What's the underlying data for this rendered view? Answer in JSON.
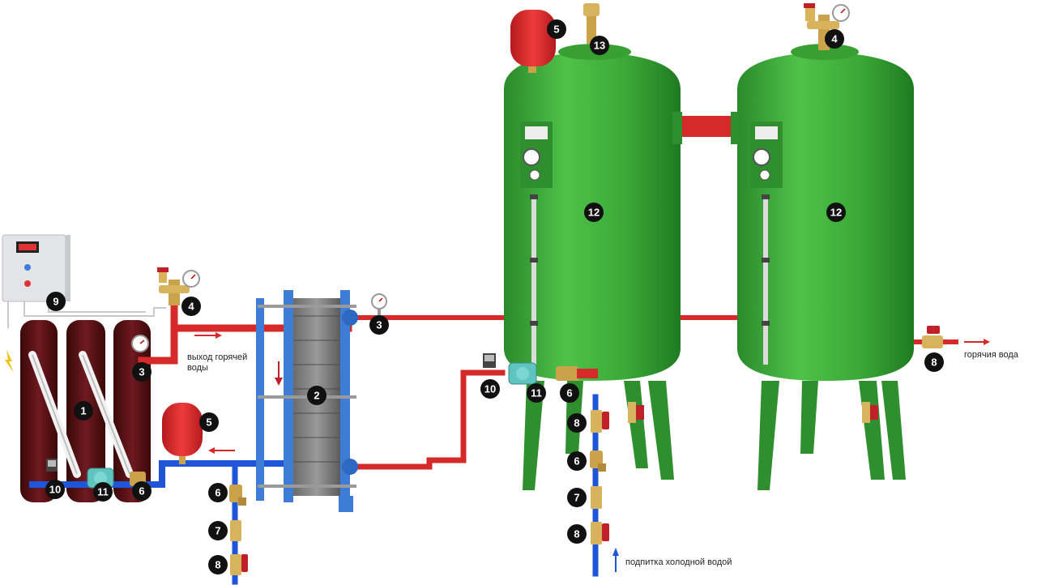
{
  "colors": {
    "hot_pipe": "#d62a2a",
    "cold_pipe": "#1f55d8",
    "tank_green": "#3fae3a",
    "boiler_red": "#5a0f15",
    "exchanger_blue": "#3d7dd8",
    "expansion_red": "#e0262b",
    "brass": "#c9a24a",
    "valve_handle": "#c0202a",
    "pump_teal": "#5fc4bf",
    "panel_grey": "#dcdde0"
  },
  "labels": {
    "hot_water_out": "выход горячей воды",
    "cold_water_feed": "подпитка холодной водой",
    "hot_water": "горячия вода"
  },
  "callouts": {
    "boilers": "1",
    "heat_exchanger": "2",
    "thermometer_boiler": "3",
    "thermometer_exchanger": "3",
    "safety_group_boiler": "4",
    "safety_group_tank": "4",
    "expansion_tank_boiler": "5",
    "expansion_tank_top": "5",
    "filter_boiler": "6",
    "filter_cold": "6",
    "filter_tank": "6",
    "filter_feed": "6",
    "check_valve_cold": "7",
    "check_valve_feed": "7",
    "ball_valve_cold": "8",
    "ball_valve_feed_top": "8",
    "ball_valve_feed_bottom": "8",
    "ball_valve_outlet": "8",
    "control_panel": "9",
    "pump_control_boiler": "10",
    "pump_control_tank": "10",
    "pump_boiler": "11",
    "pump_tank": "11",
    "storage_tank_left": "12",
    "storage_tank_right": "12",
    "air_vent": "13"
  },
  "icons": {
    "power": "lightning-icon",
    "hot_flow": "arrow-right-icon",
    "cold_flow": "arrow-up-icon"
  }
}
